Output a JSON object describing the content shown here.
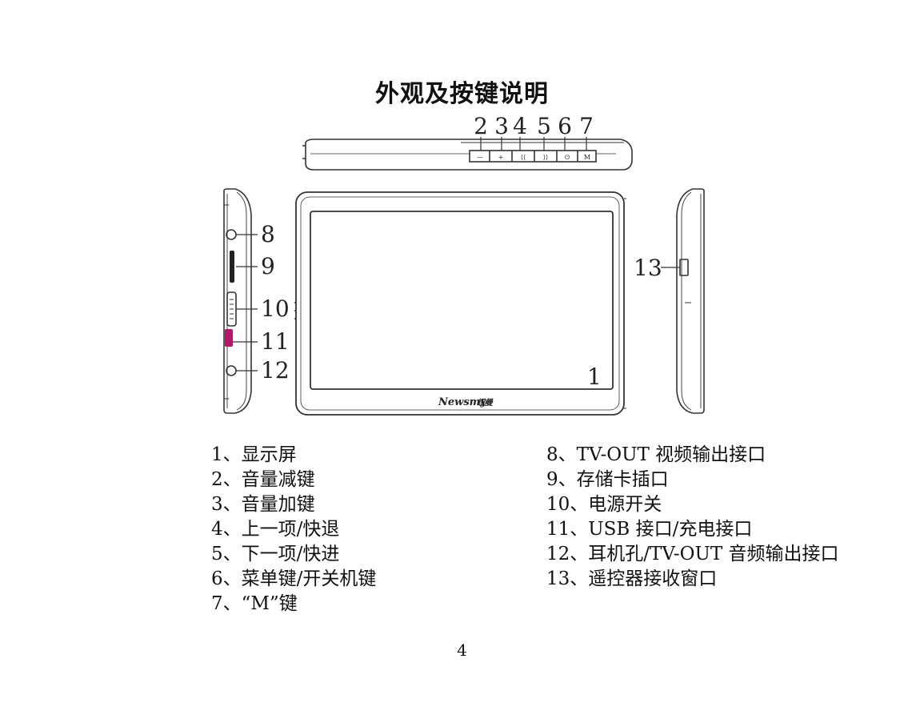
{
  "page": {
    "title": "外观及按键说明",
    "page_number": "4"
  },
  "figure": {
    "brand": "Newsmy",
    "brand_cn": "纽曼",
    "top_callouts": [
      "2",
      "3",
      "4",
      "5",
      "6",
      "7"
    ],
    "left_callouts": [
      "8",
      "9",
      "10",
      "11",
      "12"
    ],
    "right_callouts": [
      "13"
    ],
    "screen_callout": "1",
    "button_marks": [
      "—",
      "+",
      "⟨⟨",
      "⟩⟩",
      "⏻",
      "M"
    ],
    "accent_color": "#b0186b"
  },
  "legend": {
    "left": [
      "1、显示屏",
      "2、音量减键",
      "3、音量加键",
      "4、上一项/快退",
      "5、下一项/快进",
      "6、菜单键/开关机键",
      "7、“M”键"
    ],
    "right": [
      "8、TV-OUT 视频输出接口",
      "9、存储卡插口",
      "10、电源开关",
      "11、USB 接口/充电接口",
      "12、耳机孔/TV-OUT 音频输出接口",
      "13、遥控器接收窗口"
    ]
  }
}
